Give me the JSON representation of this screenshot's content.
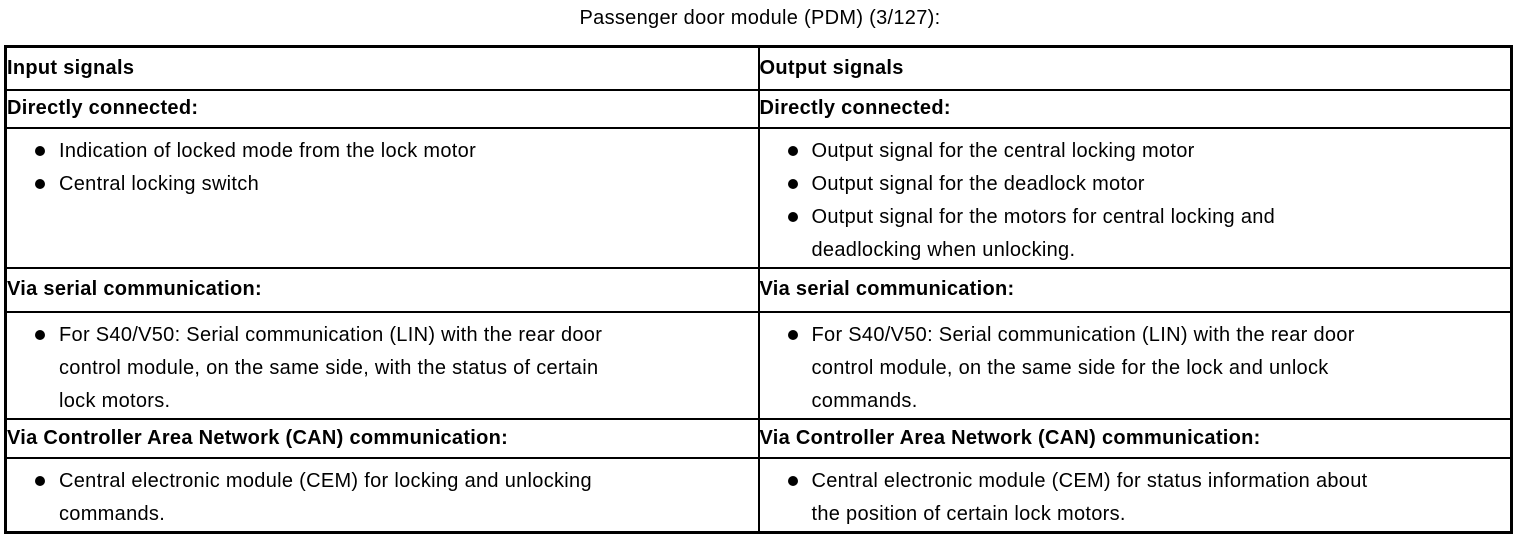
{
  "page_title": "Passenger door module (PDM) (3/127):",
  "table": {
    "input": {
      "header": "Input signals",
      "sections": [
        {
          "heading": "Directly connected:",
          "items": [
            "Indication of locked mode from the lock motor",
            "Central locking switch"
          ]
        },
        {
          "heading": "Via serial communication:",
          "items": [
            "For S40/V50: Serial communication (LIN) with the rear door\ncontrol module, on the same side, with the status of certain\nlock motors."
          ]
        },
        {
          "heading": "Via Controller Area Network (CAN) communication:",
          "items": [
            "Central electronic module (CEM) for locking and unlocking\ncommands."
          ]
        }
      ]
    },
    "output": {
      "header": "Output signals",
      "sections": [
        {
          "heading": "Directly connected:",
          "items": [
            "Output signal for the central locking motor",
            "Output signal for the deadlock motor",
            "Output signal for the motors for central locking and\ndeadlocking when unlocking."
          ]
        },
        {
          "heading": "Via serial communication:",
          "items": [
            "For S40/V50: Serial communication (LIN) with the rear door\ncontrol module, on the same side for the lock and unlock\ncommands."
          ]
        },
        {
          "heading": "Via Controller Area Network (CAN) communication:",
          "items": [
            "Central electronic module (CEM) for status information about\nthe position of certain lock motors."
          ]
        }
      ]
    }
  }
}
